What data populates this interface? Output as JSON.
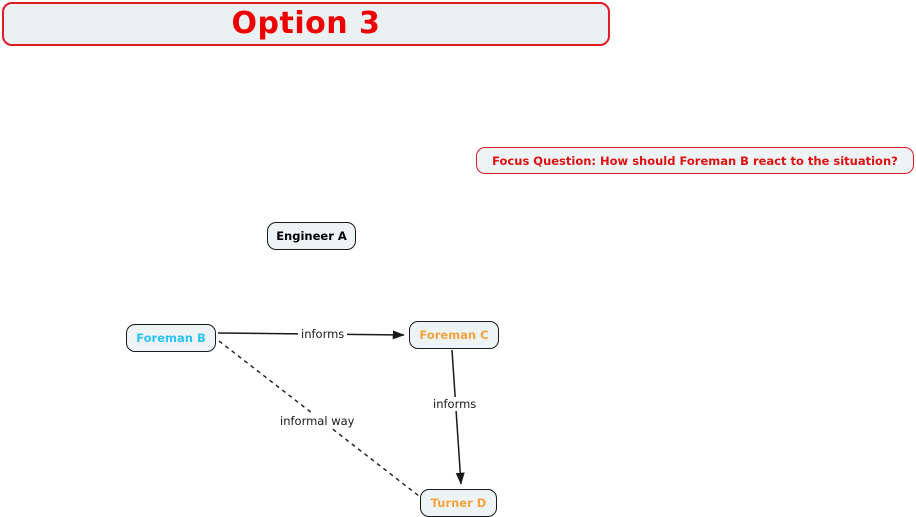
{
  "title": {
    "text": "Option 3"
  },
  "focus_question": {
    "text": "Focus Question: How should Foreman B react to the situation?"
  },
  "colors": {
    "title_text": "#ee0000",
    "title_border": "#e01b24",
    "title_fill": "#eaf1f3",
    "focus_text": "#dd1111",
    "focus_border": "#e01b24",
    "focus_fill": "#eef3f5",
    "node_border": "#1a1a1a",
    "node_fill": "#eef3f5",
    "label_black": "#000000",
    "label_cyan": "#29c5f6",
    "label_orange": "#f2a33c",
    "edge_stroke": "#1a1a1a"
  },
  "nodes": [
    {
      "id": "engineer-a",
      "label": "Engineer A",
      "color_role": "black"
    },
    {
      "id": "foreman-b",
      "label": "Foreman B",
      "color_role": "cyan"
    },
    {
      "id": "foreman-c",
      "label": "Foreman C",
      "color_role": "orange"
    },
    {
      "id": "turner-d",
      "label": "Turner D",
      "color_role": "orange"
    }
  ],
  "edges": [
    {
      "id": "b-to-c",
      "from": "foreman-b",
      "to": "foreman-c",
      "label": "informs",
      "style": "solid",
      "arrow": "to"
    },
    {
      "id": "c-to-d",
      "from": "foreman-c",
      "to": "turner-d",
      "label": "informs",
      "style": "solid",
      "arrow": "to"
    },
    {
      "id": "b-to-d",
      "from": "foreman-b",
      "to": "turner-d",
      "label": "informal way",
      "style": "dashed",
      "arrow": "none"
    }
  ]
}
